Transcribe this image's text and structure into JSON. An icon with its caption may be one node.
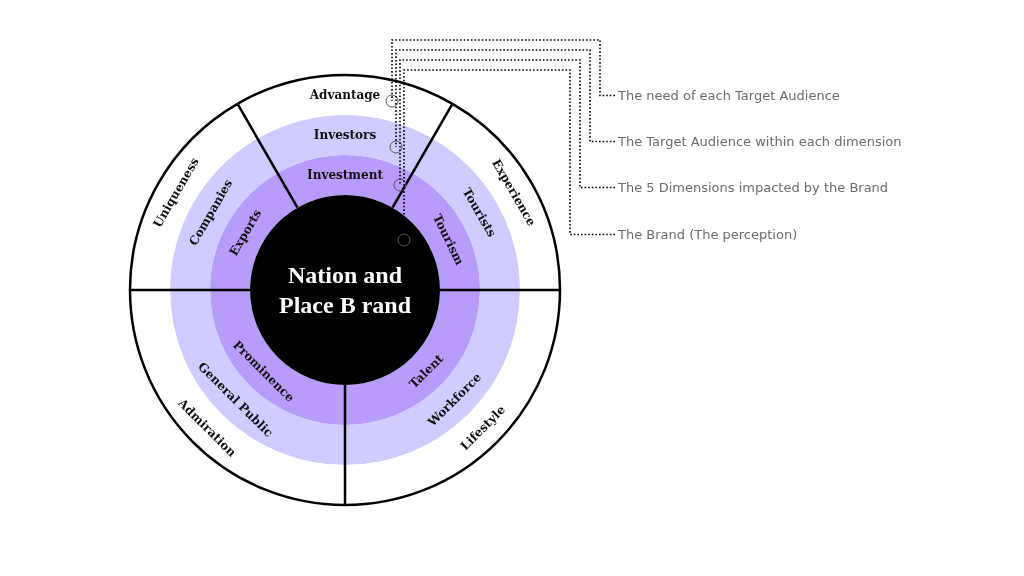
{
  "diagram": {
    "nodes": [
      {
        "text": [
          "Advantage"
        ]
      },
      {
        "text": [
          "Experience"
        ]
      },
      {
        "text": [
          "Lifestyle"
        ]
      },
      {
        "text": [
          "Admiration"
        ]
      },
      {
        "text": [
          "Uniqueness"
        ]
      },
      {
        "text": [
          "Investors"
        ]
      },
      {
        "text": [
          "Tourists"
        ]
      },
      {
        "text": [
          "Workforce"
        ]
      },
      {
        "text": [
          "General Public"
        ]
      },
      {
        "text": [
          "Companies"
        ]
      },
      {
        "text": [
          "Investment"
        ]
      },
      {
        "text": [
          "Tourism"
        ]
      },
      {
        "text": [
          "Talent"
        ]
      },
      {
        "text": [
          "Prominence"
        ]
      },
      {
        "text": [
          "Exports"
        ]
      },
      {
        "text": [
          "Nation and Place B rand"
        ]
      },
      {
        "text": [
          "The need of each Target Audience"
        ]
      },
      {
        "text": [
          "The Target Audience within each dimension"
        ]
      },
      {
        "text": [
          "The 5 Dimensions impacted by the Brand"
        ]
      },
      {
        "text": [
          "The Brand (The perception)"
        ]
      }
    ],
    "edges": [
      {
        "from": 16,
        "to": 0,
        "arrow": "other"
      },
      {
        "from": 17,
        "to": 5,
        "arrow": "other"
      },
      {
        "from": 18,
        "to": 10,
        "arrow": "other"
      },
      {
        "from": 19,
        "to": 15,
        "arrow": "other"
      }
    ]
  }
}
